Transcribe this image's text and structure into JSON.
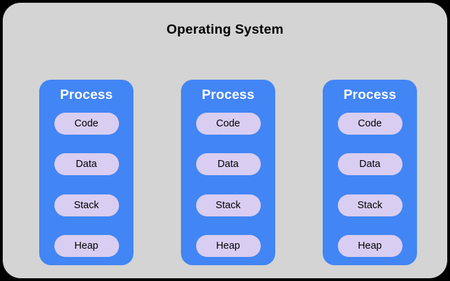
{
  "diagram": {
    "title": "Operating System",
    "background_color": "#d4d4d4",
    "canvas_color": "#000000",
    "process_color": "#4285f4",
    "segment_color": "#d9cdf1",
    "title_color": "#000000",
    "process_title_color": "#ffffff",
    "segment_text_color": "#000000",
    "processes": [
      {
        "label": "Process",
        "segments": [
          {
            "label": "Code"
          },
          {
            "label": "Data"
          },
          {
            "label": "Stack"
          },
          {
            "label": "Heap"
          }
        ]
      },
      {
        "label": "Process",
        "segments": [
          {
            "label": "Code"
          },
          {
            "label": "Data"
          },
          {
            "label": "Stack"
          },
          {
            "label": "Heap"
          }
        ]
      },
      {
        "label": "Process",
        "segments": [
          {
            "label": "Code"
          },
          {
            "label": "Data"
          },
          {
            "label": "Stack"
          },
          {
            "label": "Heap"
          }
        ]
      }
    ]
  }
}
